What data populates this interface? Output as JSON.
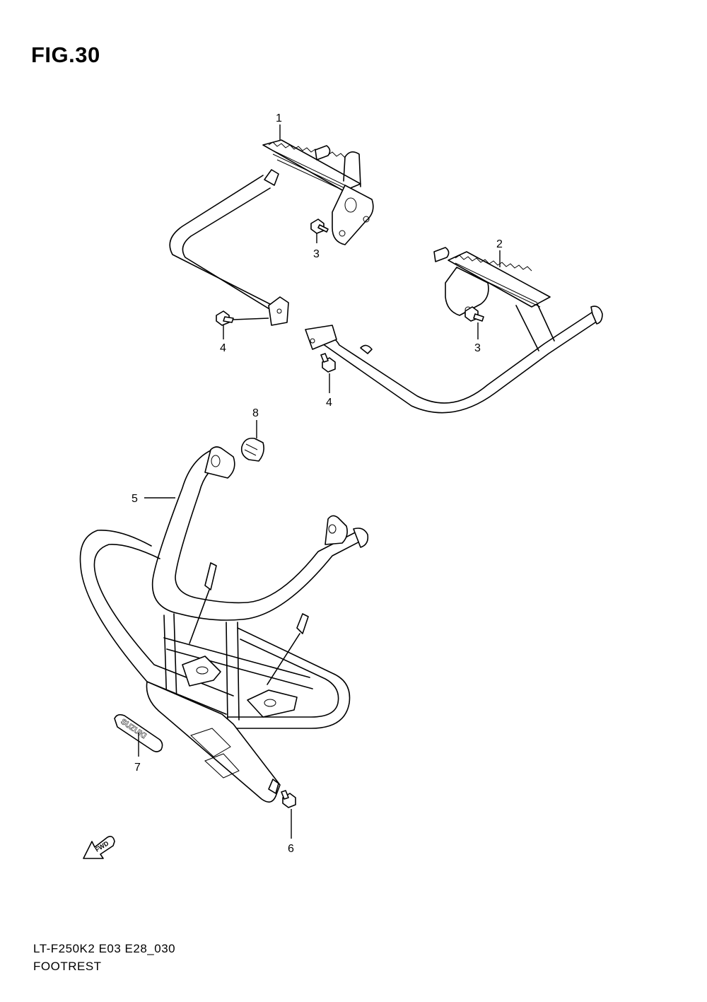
{
  "figure": {
    "title": "FIG.30"
  },
  "footer": {
    "model_code": "LT-F250K2 E03 E28_030",
    "section_name": "FOOTREST"
  },
  "callouts": [
    {
      "id": "c1",
      "label": "1"
    },
    {
      "id": "c2",
      "label": "2"
    },
    {
      "id": "c3a",
      "label": "3"
    },
    {
      "id": "c3b",
      "label": "3"
    },
    {
      "id": "c4a",
      "label": "4"
    },
    {
      "id": "c4b",
      "label": "4"
    },
    {
      "id": "c5",
      "label": "5"
    },
    {
      "id": "c6",
      "label": "6"
    },
    {
      "id": "c7",
      "label": "7"
    },
    {
      "id": "c8",
      "label": "8"
    }
  ],
  "emblem": {
    "text": "SUZUKI"
  },
  "direction_arrow": {
    "text": "FWD"
  }
}
